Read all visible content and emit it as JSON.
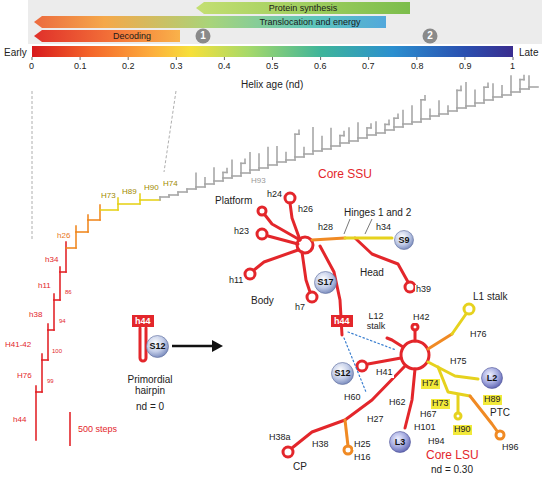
{
  "diagram": {
    "nodes": [
      {
        "text": [
          "Protein synthesis"
        ]
      },
      {
        "text": [
          "Translocation and energy"
        ]
      },
      {
        "text": [
          "Decoding"
        ]
      },
      {
        "text": [
          "1"
        ]
      },
      {
        "text": [
          "2"
        ]
      },
      {
        "text": [
          "h44"
        ]
      },
      {
        "text": [
          "S12"
        ]
      },
      {
        "text": [
          "S9"
        ]
      },
      {
        "text": [
          "S17"
        ]
      },
      {
        "text": [
          "h44"
        ]
      },
      {
        "text": [
          "S12"
        ]
      },
      {
        "text": [
          "L2"
        ]
      },
      {
        "text": [
          "L3"
        ]
      }
    ],
    "labels": [
      "Early",
      "Late",
      "0",
      "0.1",
      "0.2",
      "0.3",
      "0.4",
      "0.5",
      "0.6",
      "0.7",
      "0.8",
      "0.9",
      "1",
      "Helix age (nd)",
      "h44",
      "H76",
      "H41-42",
      "h38",
      "h11",
      "h34",
      "h26",
      "H73",
      "H89",
      "H90",
      "H74",
      "H93",
      "99",
      "100",
      "94",
      "86",
      "500 steps",
      "Primordial hairpin",
      "nd = 0",
      "Core SSU",
      "Platform",
      "h24",
      "h26",
      "Hinges 1 and 2",
      "h28",
      "h34",
      "Head",
      "h23",
      "h11",
      "Body",
      "h7",
      "h39",
      "L12 stalk",
      "H42",
      "H41",
      "L1 stalk",
      "H76",
      "H75",
      "H74",
      "H89",
      "H62",
      "H73",
      "H67",
      "PTC",
      "H90",
      "H94",
      "H60",
      "H38",
      "H27",
      "H25",
      "H16",
      "H101",
      "H96",
      "H38a",
      "CP",
      "Core LSU",
      "nd = 0.30"
    ]
  }
}
